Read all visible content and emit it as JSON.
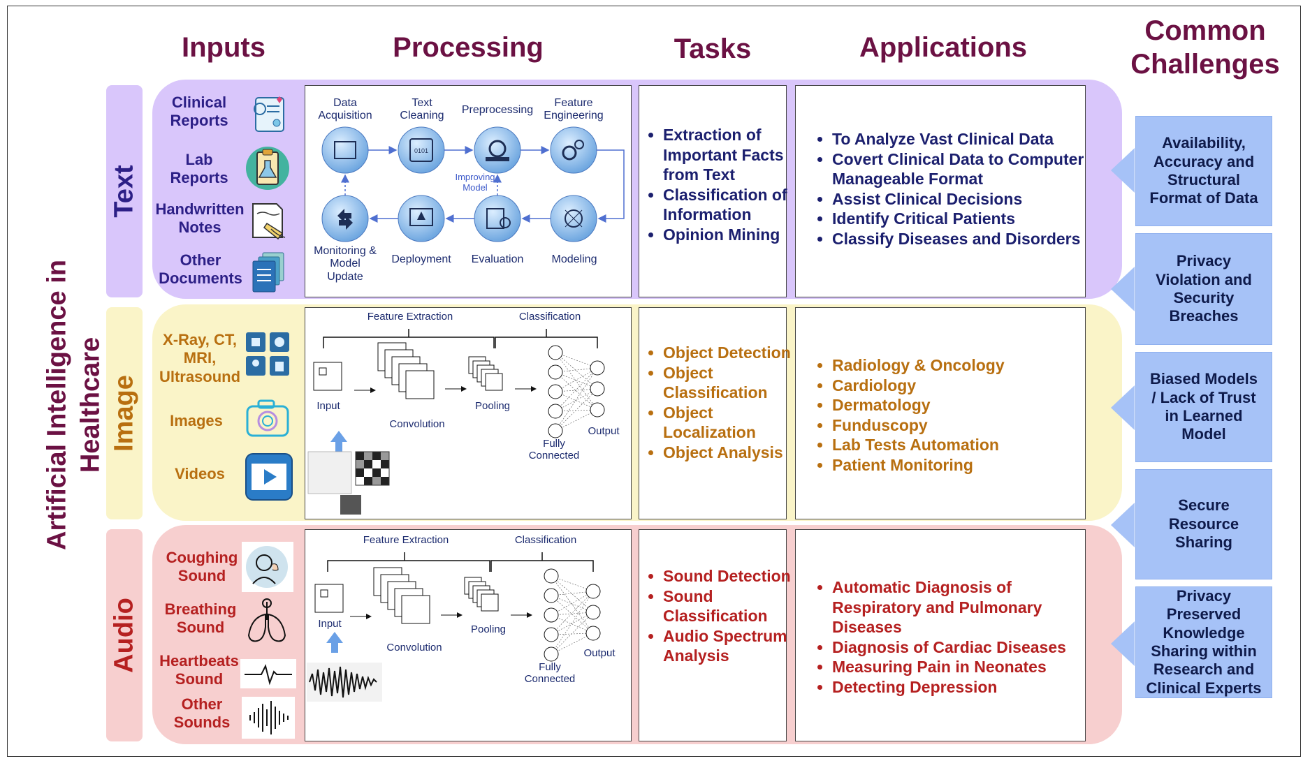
{
  "headers": {
    "inputs": "Inputs",
    "processing": "Processing",
    "tasks": "Tasks",
    "applications": "Applications",
    "challenges": "Common\nChallenges"
  },
  "vertical_title": "Artificial Intelligence in\nHealthcare",
  "rows": {
    "text": {
      "tab": "Text",
      "inputs": [
        "Clinical\nReports",
        "Lab\nReports",
        "Handwritten\nNotes",
        "Other\nDocuments"
      ],
      "input_icons": [
        "clinical-report-icon",
        "lab-flask-icon",
        "handwritten-note-icon",
        "documents-icon"
      ],
      "pipeline": {
        "top": [
          "Data\nAcquisition",
          "Text\nCleaning",
          "Preprocessing",
          "Feature\nEngineering"
        ],
        "bottom": [
          "Monitoring &\nModel\nUpdate",
          "Deployment",
          "Evaluation",
          "Modeling"
        ],
        "loop_label": "Improving\nModel"
      },
      "tasks": [
        "Extraction of Important Facts from Text",
        "Classification of Information",
        "Opinion Mining"
      ],
      "applications": [
        "To Analyze Vast Clinical Data",
        "Covert Clinical Data to Computer Manageable Format",
        "Assist Clinical Decisions",
        "Identify Critical Patients",
        "Classify Diseases and Disorders"
      ]
    },
    "image": {
      "tab": "Image",
      "inputs": [
        "X-Ray, CT,\nMRI,\nUltrasound",
        "Images",
        "Videos"
      ],
      "input_icons": [
        "medical-scan-icon",
        "camera-icon",
        "video-play-icon"
      ],
      "cnn": {
        "feature_extraction": "Feature Extraction",
        "classification": "Classification",
        "input": "Input",
        "convolution": "Convolution",
        "pooling": "Pooling",
        "fully_connected": "Fully\nConnected",
        "output": "Output"
      },
      "tasks": [
        "Object Detection",
        "Object Classification",
        "Object Localization",
        "Object Analysis"
      ],
      "applications": [
        "Radiology & Oncology",
        "Cardiology",
        "Dermatology",
        "Funduscopy",
        "Lab Tests Automation",
        "Patient Monitoring"
      ]
    },
    "audio": {
      "tab": "Audio",
      "inputs": [
        "Coughing\nSound",
        "Breathing\nSound",
        "Heartbeats\nSound",
        "Other\nSounds"
      ],
      "input_icons": [
        "coughing-person-icon",
        "lungs-icon",
        "heartbeat-icon",
        "soundwave-icon"
      ],
      "cnn": {
        "feature_extraction": "Feature Extraction",
        "classification": "Classification",
        "input": "Input",
        "convolution": "Convolution",
        "pooling": "Pooling",
        "fully_connected": "Fully\nConnected",
        "output": "Output"
      },
      "tasks": [
        "Sound Detection",
        "Sound Classification",
        "Audio Spectrum Analysis"
      ],
      "applications": [
        "Automatic Diagnosis of Respiratory and Pulmonary Diseases",
        "Diagnosis of Cardiac Diseases",
        "Measuring Pain in Neonates",
        "Detecting Depression"
      ]
    }
  },
  "challenges": [
    "Availability,\nAccuracy and\nStructural\nFormat of Data",
    "Privacy\nViolation and\nSecurity\nBreaches",
    "Biased Models\n/ Lack of Trust\nin Learned\nModel",
    "Secure\nResource\nSharing",
    "Privacy\nPreserved\nKnowledge\nSharing within\nResearch and\nClinical Experts"
  ],
  "colors": {
    "header": "#6b1143",
    "text_band": "#d9c6fb",
    "image_band": "#faf4c8",
    "audio_band": "#f7cfcf",
    "challenge_box": "#a6c2f7",
    "text_color": "#2c1f86",
    "image_color": "#b86f10",
    "audio_color": "#b52020"
  }
}
